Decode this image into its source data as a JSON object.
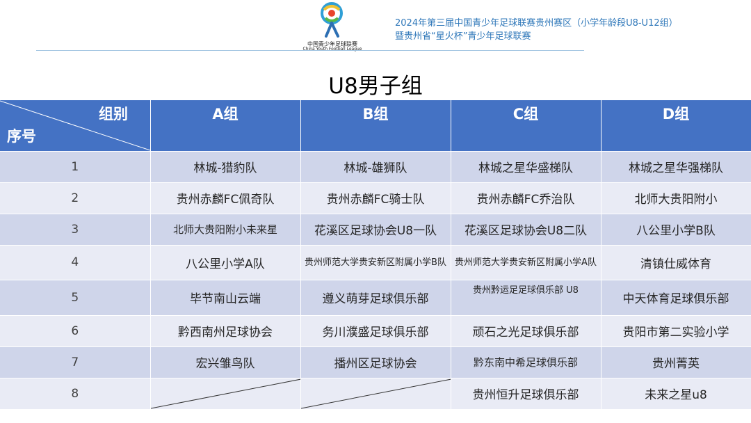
{
  "header": {
    "logo": {
      "icon": "cyfl-swirl-logo",
      "cn": "中国青少年足球联赛",
      "en": "China Youth Football League"
    },
    "event_title": [
      "2024年第三届中国青少年足球联赛贵州赛区（小学年龄段U8-U12组）",
      "暨贵州省“星火杯”青少年足球联赛"
    ]
  },
  "title": "U8男子组",
  "table": {
    "corner": {
      "col_label": "组别",
      "row_label": "序号"
    },
    "groups": [
      "A组",
      "B组",
      "C组",
      "D组"
    ],
    "rows": [
      {
        "no": "1",
        "cells": [
          "林城-猎豹队",
          "林城-雄狮队",
          "林城之星华盛梯队",
          "林城之星华强梯队"
        ]
      },
      {
        "no": "2",
        "cells": [
          "贵州赤麟FC佩奇队",
          "贵州赤麟FC骑士队",
          "贵州赤麟FC乔治队",
          "北师大贵阳附小"
        ]
      },
      {
        "no": "3",
        "cells": [
          "北师大贵阳附小未来星",
          "花溪区足球协会U8一队",
          "花溪区足球协会U8二队",
          "八公里小学B队"
        ]
      },
      {
        "no": "4",
        "cells": [
          "八公里小学A队",
          "贵州师范大学贵安新区附属小学B队",
          "贵州师范大学贵安新区附属小学A队",
          "清镇仕威体育"
        ]
      },
      {
        "no": "5",
        "cells": [
          "毕节南山云端",
          "遵义萌芽足球俱乐部",
          "贵州黔运足足球俱乐部 U8",
          "中天体育足球俱乐部"
        ]
      },
      {
        "no": "6",
        "cells": [
          "黔西南州足球协会",
          "务川濮盛足球俱乐部",
          "顽石之光足球俱乐部",
          "贵阳市第二实验小学"
        ]
      },
      {
        "no": "7",
        "cells": [
          "宏兴雏鸟队",
          "播州区足球协会",
          "黔东南中希足球俱乐部",
          "贵州菁英"
        ]
      },
      {
        "no": "8",
        "cells": [
          "",
          "",
          "贵州恒升足球俱乐部",
          "未来之星u8"
        ]
      }
    ]
  }
}
